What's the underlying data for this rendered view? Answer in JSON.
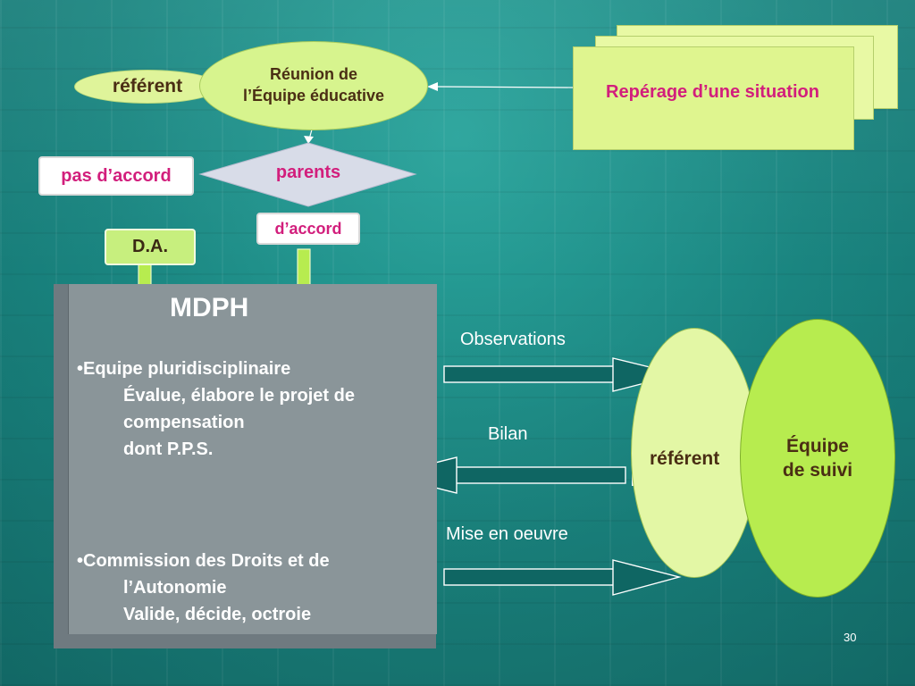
{
  "slide": {
    "referent_top": "référent",
    "reunion_line1": "Réunion de",
    "reunion_line2": "l’Équipe éducative",
    "reperage": "Repérage d’une situation",
    "parents": "parents",
    "pas_daccord": "pas d’accord",
    "daccord": "d’accord",
    "da": "D.A.",
    "mdph_title": "MDPH",
    "equipe_line": "•Equipe pluridisciplinaire",
    "evalue_line": "Évalue, élabore le projet de",
    "compensation_line": "compensation",
    "pps_line": "dont P.P.S.",
    "commission_line": "•Commission des Droits et de",
    "autonomie_line": "l’Autonomie",
    "valide_line": "Valide, décide, octroie",
    "observations": "Observations",
    "bilan": "Bilan",
    "mise_en_oeuvre": "Mise en oeuvre",
    "referent_right": "référent",
    "equipe_suivi_line1": "Équipe",
    "equipe_suivi_line2": "de suivi",
    "slide_number": "30"
  },
  "colors": {
    "background": "#1c8a86",
    "light_green": "#d7f48e",
    "bright_green": "#b7ec4f",
    "magenta_text": "#d21e7c",
    "dark_text": "#4a2e14",
    "gray_box": "#8a9599"
  }
}
